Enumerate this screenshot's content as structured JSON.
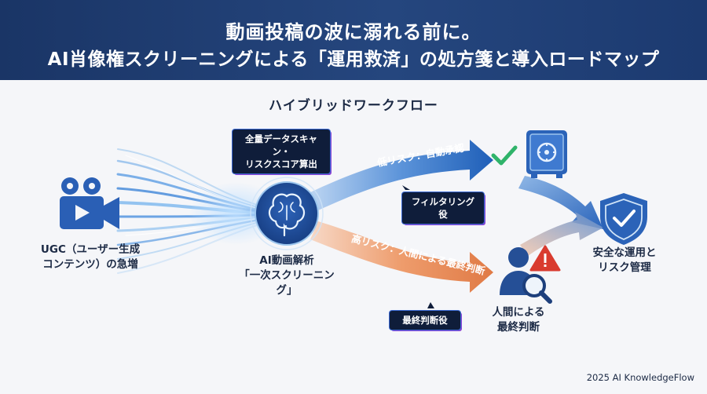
{
  "header": {
    "title_line1": "動画投稿の波に溺れる前に。",
    "title_line2": "AI肖像権スクリーニングによる「運用救済」の処方箋と導入ロードマップ"
  },
  "diagram": {
    "subtitle": "ハイブリッドワークフロー",
    "source": {
      "line1": "UGC（ユーザー生成",
      "line2": "コンテンツ）の急増",
      "icon": "video-camera-icon"
    },
    "ai": {
      "line1": "AI動画解析",
      "line2": "「一次スクリーニング」",
      "icon": "brain-icon"
    },
    "tag_scan": {
      "line1": "全量データスキャン・",
      "line2": "リスクスコア算出"
    },
    "low_route": {
      "label": "低リスク：自動承認",
      "tag": "フィルタリング役",
      "icon": "vault-icon",
      "status_icon": "check-icon"
    },
    "high_route": {
      "label": "高リスク：人間による最終判断",
      "tag": "最終判断役",
      "icon": "reviewer-magnifier-icon",
      "status_icon": "warning-icon"
    },
    "human": {
      "line1": "人間による",
      "line2": "最終判断"
    },
    "result": {
      "line1": "安全な運用と",
      "line2": "リスク管理",
      "icon": "shield-check-icon"
    }
  },
  "colors": {
    "header_bg": "#1f3d74",
    "blue_arrow": "#2f6fc8",
    "orange_arrow": "#e9885a",
    "tag_bg": "#0f1d3a",
    "check": "#2fb36a",
    "warning": "#d93b2f"
  },
  "footer": {
    "credit": "2025 AI KnowledgeFlow"
  }
}
